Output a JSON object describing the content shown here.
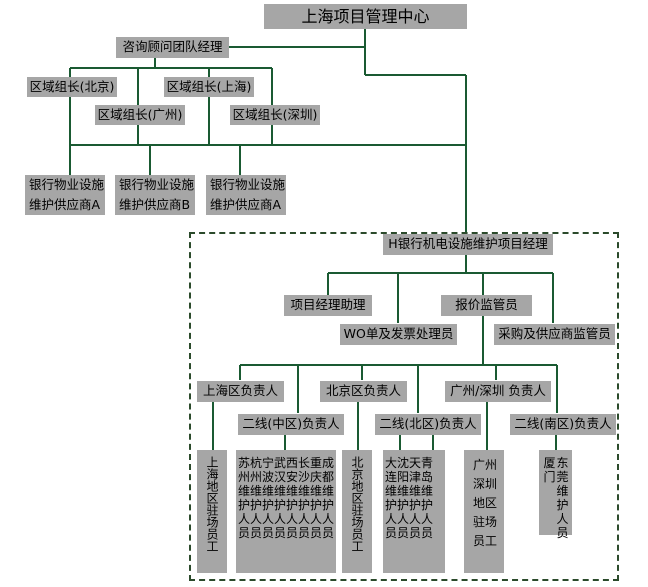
{
  "nodes": {
    "center": "上海项目管理中心",
    "consult": "咨询顾问团队经理",
    "rm_beijing": "区域组长(北京)",
    "rm_shanghai": "区域组长(上海)",
    "rm_guangzhou": "区域组长(广州)",
    "rm_shenzhen": "区域组长(深圳)",
    "supplier1": "银行物业设施维护供应商A",
    "supplier2": "银行物业设施维护供应商B",
    "supplier3": "银行物业设施维护供应商A",
    "hbank_pm": "H银行机电设施维护项目经理",
    "pm_assistant": "项目经理助理",
    "quote_supervisor": "报价监管员",
    "wo_clerk": "WO单及发票处理员",
    "procurement": "采购及供应商监管员",
    "sh_lead": "上海区负责人",
    "bj_lead": "北京区负责人",
    "gz_sz_lead": "广州/深圳 负责人",
    "l2_central": "二线(中区)负责人",
    "l2_north": "二线(北区)负责人",
    "l2_south": "二线(南区)负责人"
  },
  "columns": {
    "sh_staff": "上海地区驻场员工",
    "central": [
      "苏州维护人员",
      "杭州维护人员",
      "宁波维护人员",
      "武汉维护人员",
      "西安维护人员",
      "长沙维护人员",
      "重庆维护人员",
      "成都维护人员"
    ],
    "bj_staff": "北京地区驻场员工",
    "north": [
      "大连维护人员",
      "沈阳维护人员",
      "天津维护人员",
      "青岛维护人员"
    ],
    "gz_sz_staff": "广州深圳地区驻场员工",
    "south": "厦门东莞维护人员"
  },
  "colors": {
    "line": "#1a5a32",
    "box": "#a6a6a6",
    "dash": "#2b4a2b"
  }
}
